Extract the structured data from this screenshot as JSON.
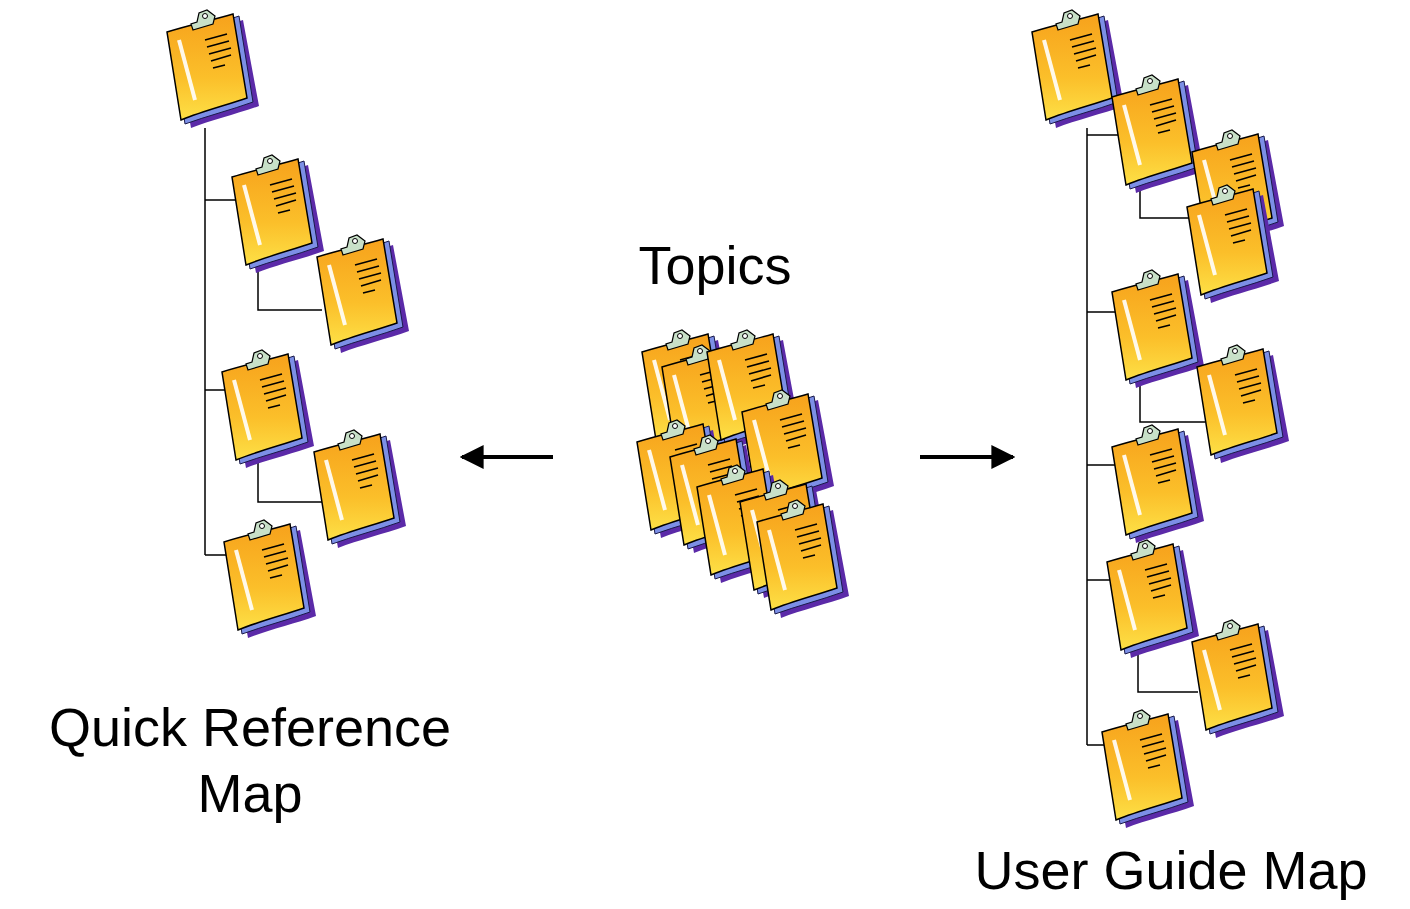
{
  "diagram": {
    "labels": [
      "Topics",
      "Quick Reference Map",
      "User Guide Map"
    ]
  }
}
